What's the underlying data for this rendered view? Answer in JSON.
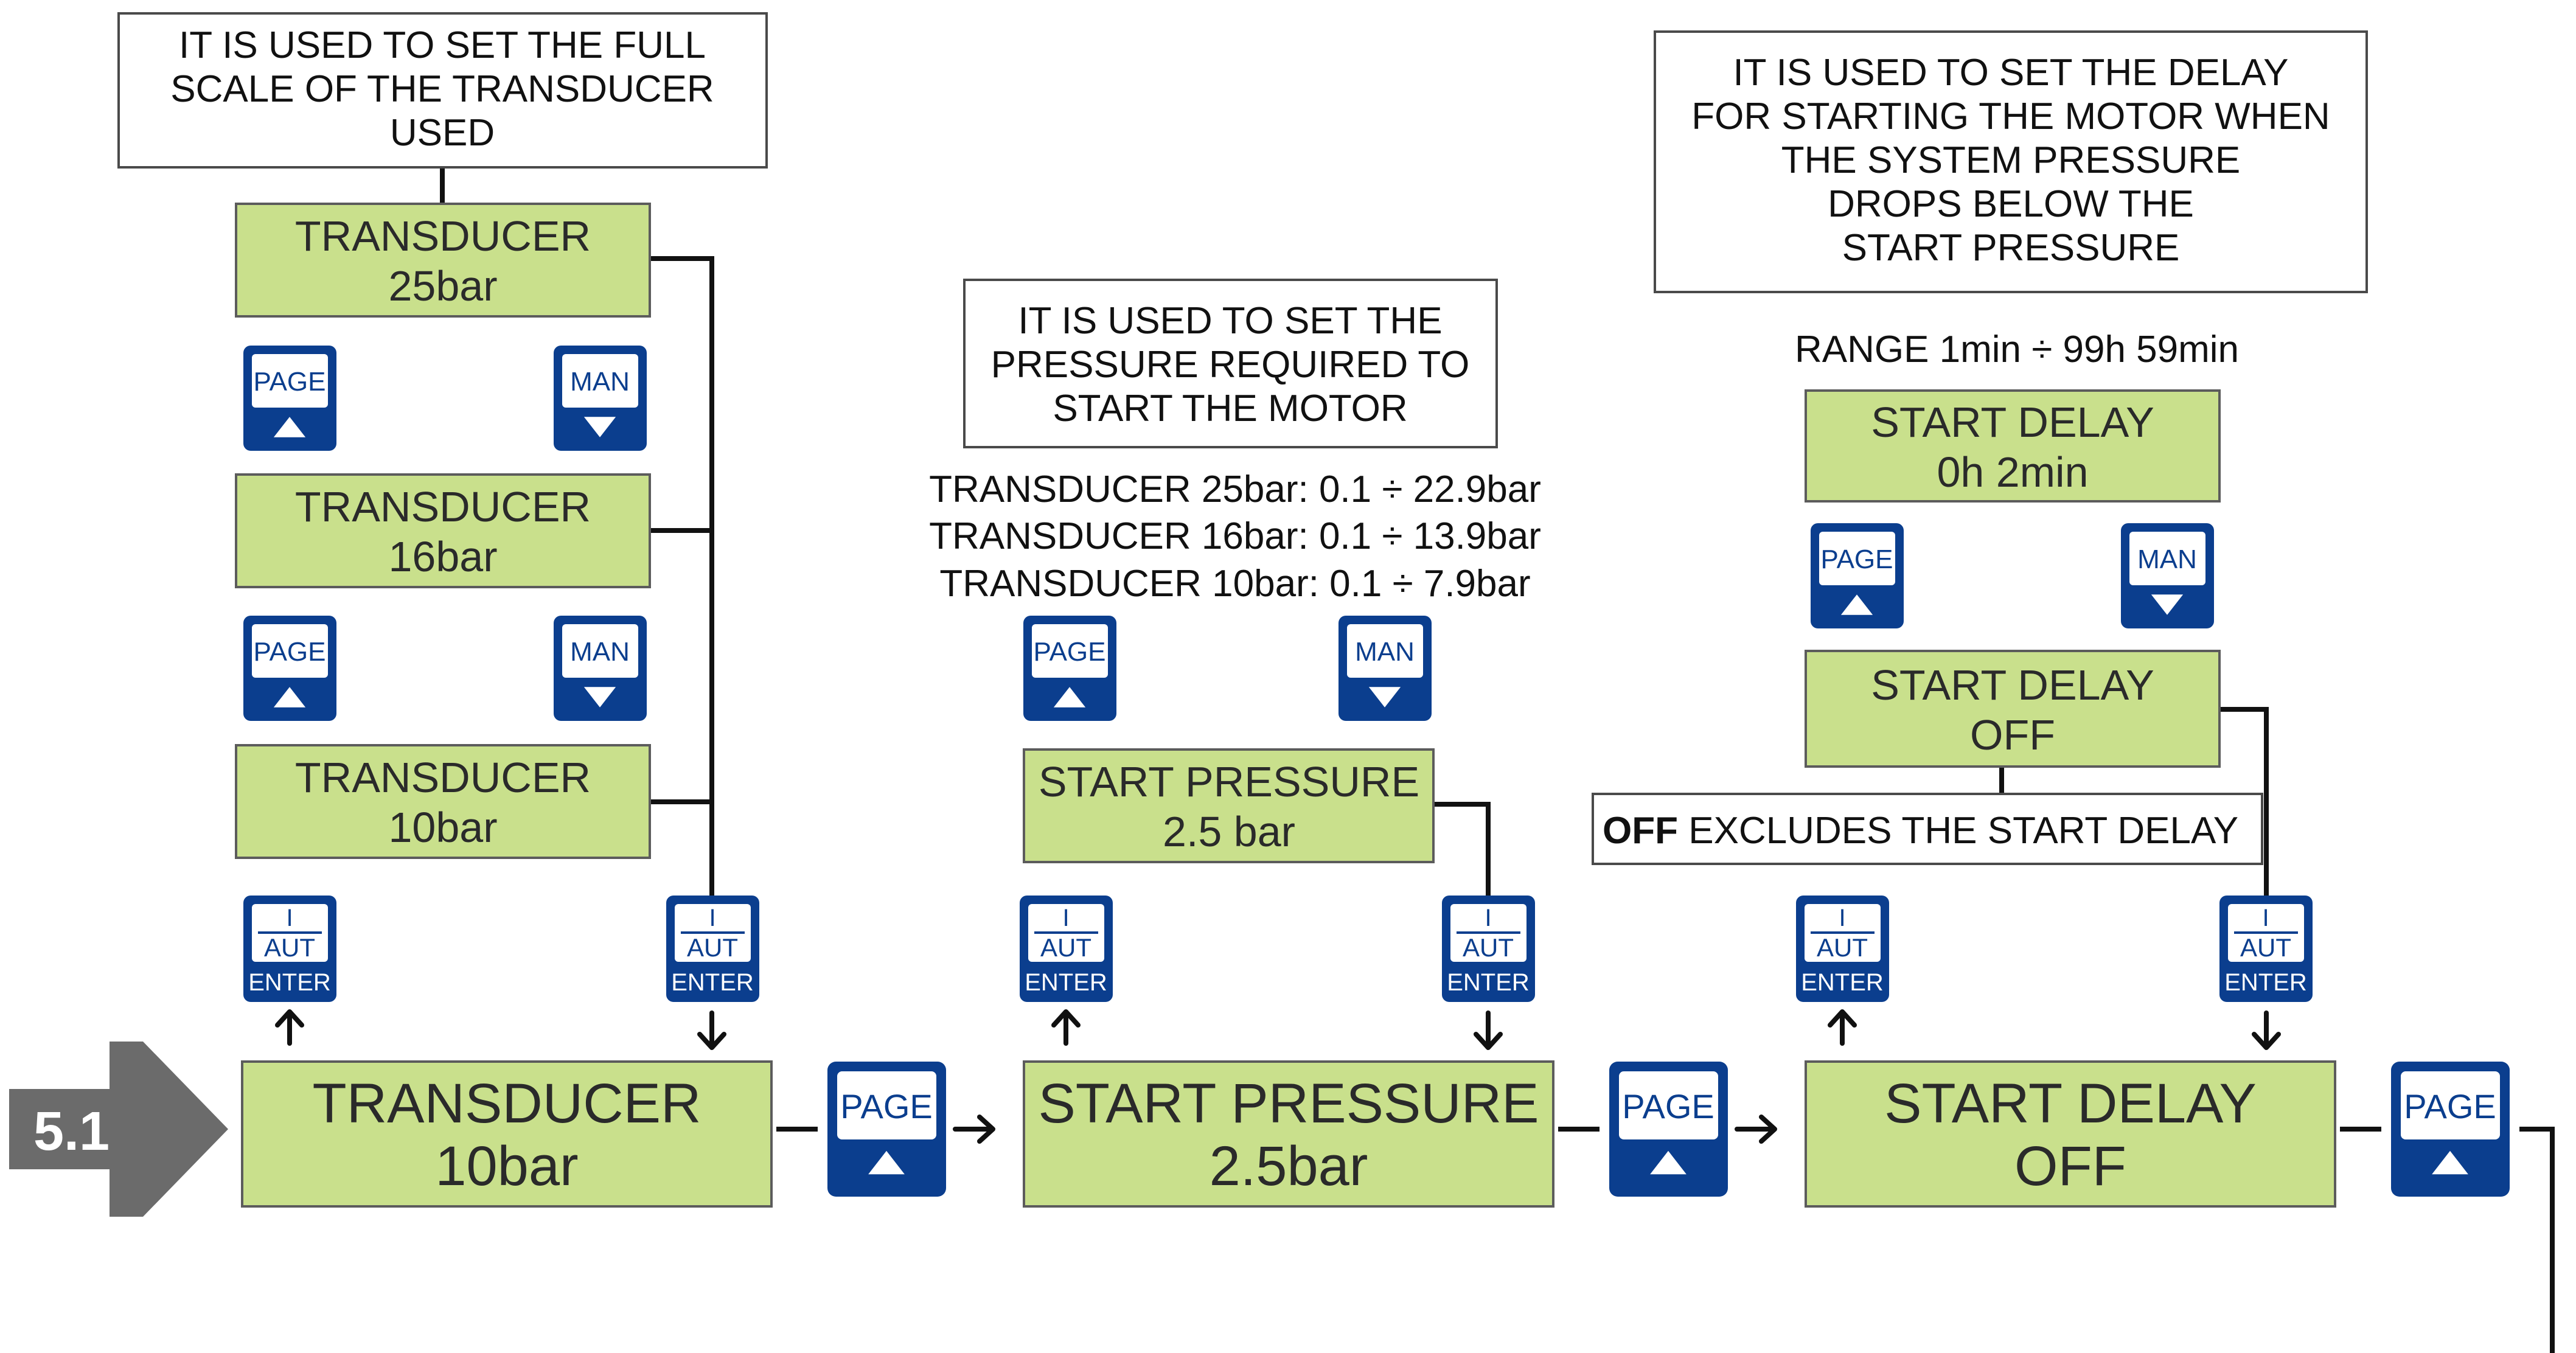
{
  "colors": {
    "lcd_fill": "#c9e08c",
    "lcd_border": "#5c5c5c",
    "button_blue": "#0b3e8e",
    "step_arrow": "#6b6b6b",
    "line": "#111111"
  },
  "step_badge": "5.1",
  "notes": {
    "transducer_lines": [
      "IT IS USED TO SET THE FULL",
      "SCALE OF THE TRANSDUCER",
      "USED"
    ],
    "start_pressure_lines": [
      "IT IS USED  TO SET THE",
      "PRESSURE REQUIRED TO",
      "START THE MOTOR"
    ],
    "start_delay_lines": [
      "IT IS USED TO SET THE DELAY",
      "FOR STARTING THE MOTOR WHEN",
      "THE SYSTEM PRESSURE",
      "DROPS BELOW THE",
      "START PRESSURE"
    ]
  },
  "ranges": {
    "pressure_lines": [
      "TRANSDUCER 25bar: 0.1 ÷ 22.9bar",
      "TRANSDUCER 16bar: 0.1 ÷ 13.9bar",
      "TRANSDUCER 10bar: 0.1 ÷ 7.9bar"
    ],
    "delay": "RANGE 1min ÷ 99h 59min"
  },
  "off_note": {
    "bold": "OFF",
    "rest": " EXCLUDES THE START DELAY"
  },
  "displays": {
    "trans_25": [
      "TRANSDUCER",
      "25bar"
    ],
    "trans_16": [
      "TRANSDUCER",
      "16bar"
    ],
    "trans_10": [
      "TRANSDUCER",
      "10bar"
    ],
    "start_pressure_option": [
      "START PRESSURE",
      "2.5 bar"
    ],
    "start_delay_option_time": [
      "START DELAY",
      "0h 2min"
    ],
    "start_delay_option_off": [
      "START DELAY",
      "OFF"
    ],
    "main_transducer": [
      "TRANSDUCER",
      "10bar"
    ],
    "main_start_pressure": [
      "START PRESSURE",
      "2.5bar"
    ],
    "main_start_delay": [
      "START DELAY",
      "OFF"
    ]
  },
  "buttons": {
    "page": "PAGE",
    "man": "MAN",
    "enter_top": "I",
    "enter_mid": "AUT",
    "enter_bottom": "ENTER"
  }
}
